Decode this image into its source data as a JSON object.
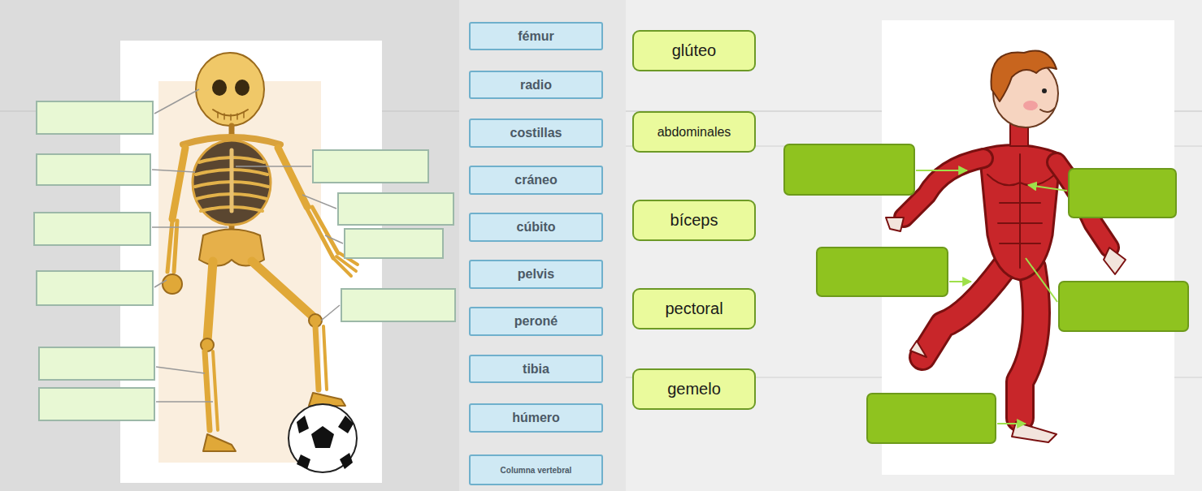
{
  "diagram": {
    "nodes": [
      {
        "text": [
          "fémur"
        ]
      },
      {
        "text": [
          "radio"
        ]
      },
      {
        "text": [
          "costillas"
        ]
      },
      {
        "text": [
          "cráneo"
        ]
      },
      {
        "text": [
          "cúbito"
        ]
      },
      {
        "text": [
          "pelvis"
        ]
      },
      {
        "text": [
          "peroné"
        ]
      },
      {
        "text": [
          "tibia"
        ]
      },
      {
        "text": [
          "húmero"
        ]
      },
      {
        "text": [
          "Columna vertebral"
        ]
      },
      {
        "text": [
          "glúteo"
        ]
      },
      {
        "text": [
          "abdominales"
        ]
      },
      {
        "text": [
          "bíceps"
        ]
      },
      {
        "text": [
          "pectoral"
        ]
      },
      {
        "text": [
          "gemelo"
        ]
      }
    ]
  }
}
